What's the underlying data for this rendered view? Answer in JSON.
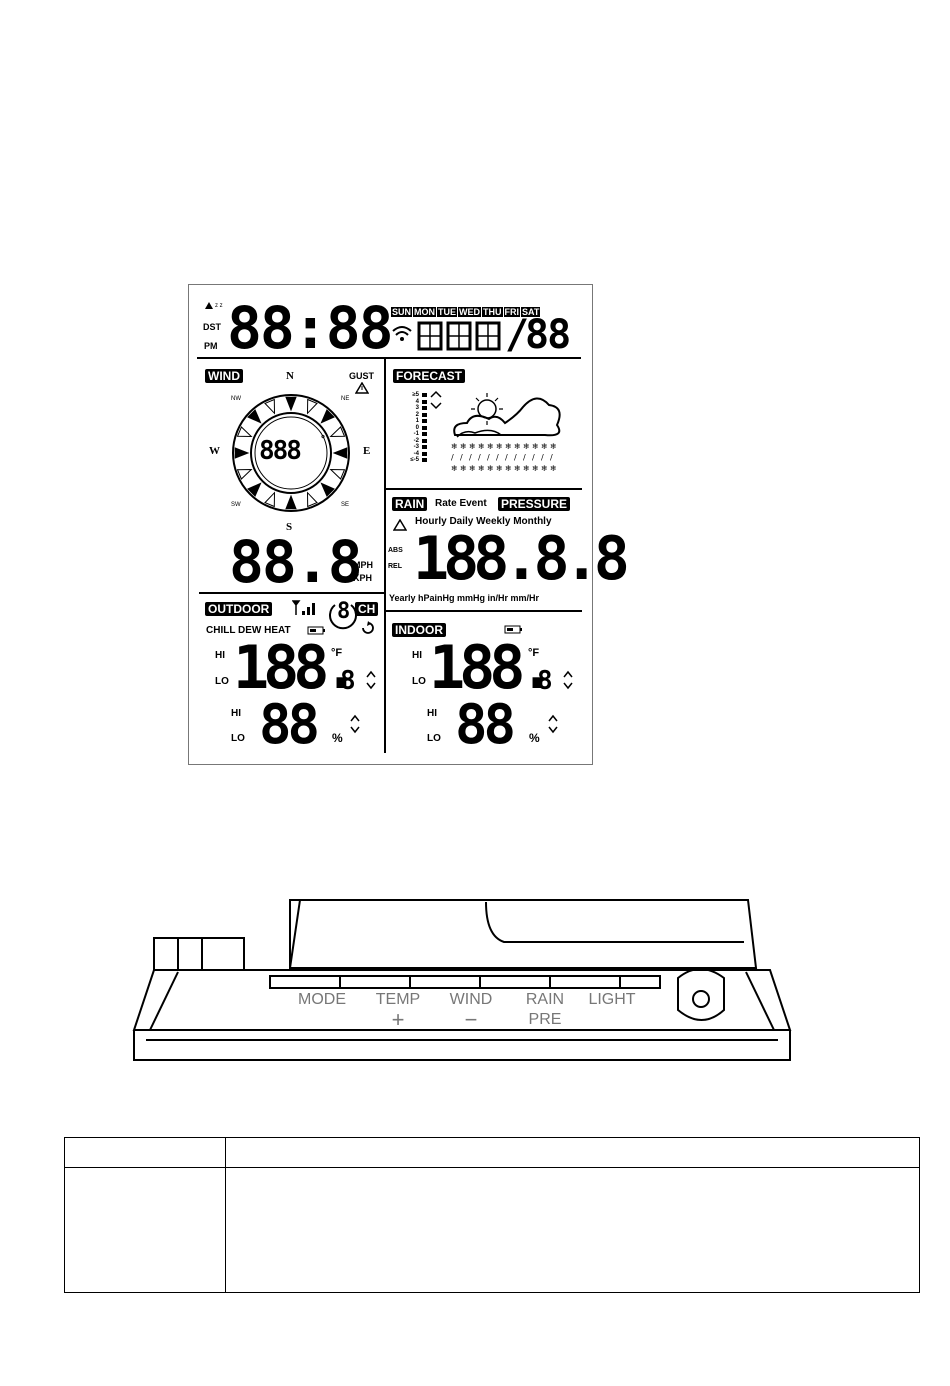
{
  "lcd": {
    "time_digits": "88:88",
    "dst_label": "DST",
    "pm_label": "PM",
    "days": [
      "SUN",
      "MON",
      "TUE",
      "WED",
      "THU",
      "FRI",
      "SAT"
    ],
    "date_slash": "/",
    "date_day": "88",
    "wind_label": "WIND",
    "gust_label": "GUST",
    "compass": {
      "n": "N",
      "s": "S",
      "e": "E",
      "w": "W",
      "nw": "NW",
      "ne": "NE",
      "sw": "SW",
      "se": "SE",
      "deg_digits": "888",
      "deg_unit": "°"
    },
    "wind_speed_digits": "88.8",
    "mph_label": "MPH",
    "kph_label": "KPH",
    "forecast_label": "FORECAST",
    "forecast_scale": [
      "≥5",
      "4",
      "3",
      "2",
      "1",
      "0",
      "-1",
      "-2",
      "-3",
      "-4",
      "≤-5"
    ],
    "rain_label": "RAIN",
    "rate_event_label": "Rate Event",
    "pressure_label": "PRESSURE",
    "periods_label": "Hourly Daily Weekly Monthly",
    "abs_label": "ABS",
    "rel_label": "REL",
    "rain_digits": "188.8.8",
    "units_row": "Yearly hPainHg mmHg in/Hr mm/Hr",
    "outdoor_label": "OUTDOOR",
    "channel_digit": "8",
    "ch_label": "CH",
    "chill_dew_heat": "CHILL DEW HEAT",
    "indoor_label": "INDOOR",
    "hi_label": "HI",
    "lo_label": "LO",
    "temp_digits": "188.",
    "temp_decimal": "8",
    "temp_unit": "°F",
    "hum_digits": "88",
    "hum_unit": "%"
  },
  "buttons": [
    {
      "label": "MODE",
      "sub": ""
    },
    {
      "label": "TEMP",
      "sub": "+"
    },
    {
      "label": "WIND",
      "sub": "−"
    },
    {
      "label": "RAIN",
      "sub": "PRE"
    },
    {
      "label": "LIGHT",
      "sub": ""
    }
  ]
}
